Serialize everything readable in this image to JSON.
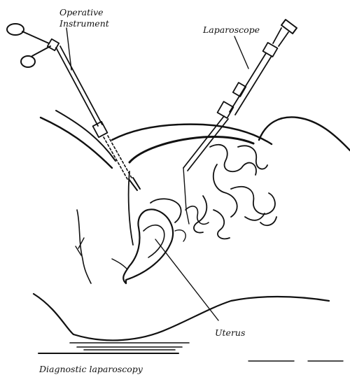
{
  "labels": {
    "operative_instrument_line1": "Operative",
    "operative_instrument_line2": "Instrument",
    "laparoscope": "Laparoscope",
    "uterus": "Uterus",
    "caption": "Diagnostic laparoscopy"
  },
  "colors": {
    "ink": "#111111",
    "paper": "#ffffff"
  }
}
